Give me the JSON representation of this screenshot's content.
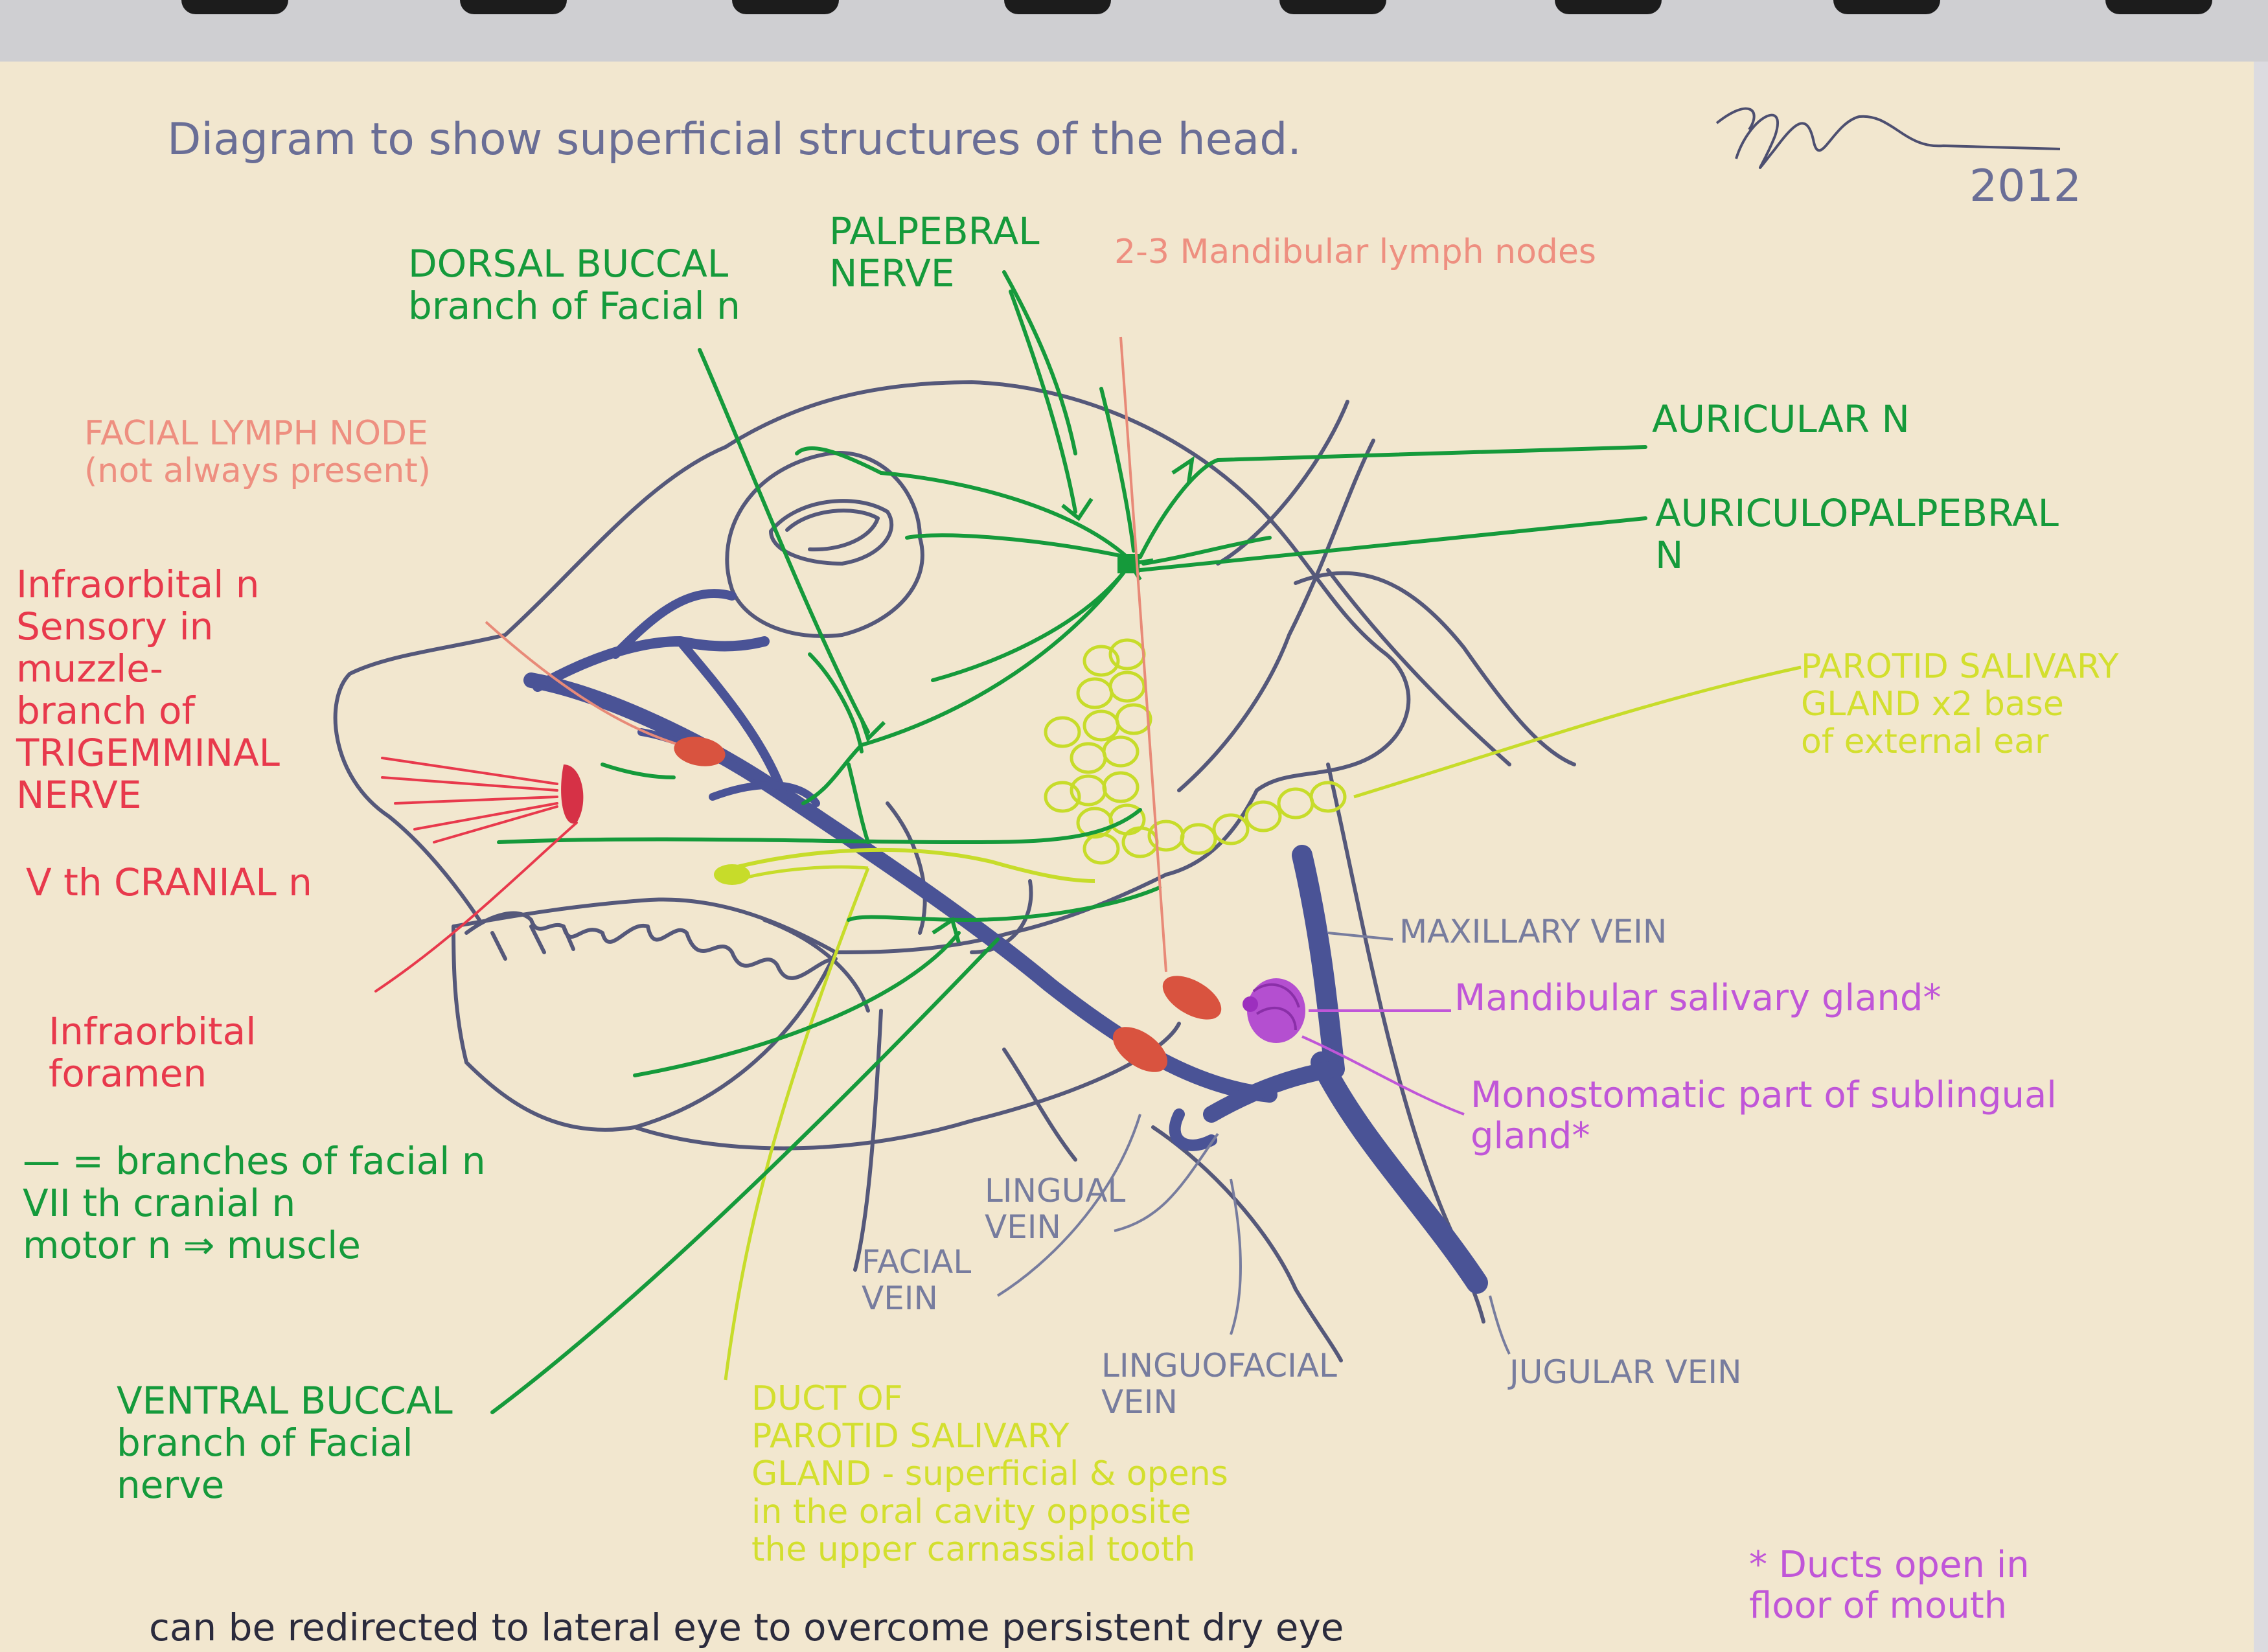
{
  "title": "Diagram to show superficial structures of the head.",
  "year": "2012",
  "labels": {
    "dorsal_buccal": "DORSAL BUCCAL\nbranch of Facial n",
    "palpebral": "PALPEBRAL\nNERVE",
    "mandibular_lymph": "2-3 Mandibular lymph nodes",
    "facial_lymph": "FACIAL LYMPH NODE\n(not always present)",
    "infraorbital_n": "Infraorbital n\nSensory in\nmuzzle-\nbranch of\nTRIGEMMINAL\nNERVE",
    "vth_cranial": "V th CRANIAL n",
    "auricular": "AURICULAR N",
    "auriculopalpebral": "AURICULOPALPEBRAL\nN",
    "parotid": "PAROTID SALIVARY\nGLAND x2 base\nof external ear",
    "maxillary_vein": "MAXILLARY VEIN",
    "mandibular_gland": "Mandibular salivary gland*",
    "monostomatic": "Monostomatic part of sublingual\ngland*",
    "infraorbital_foramen": "Infraorbital\nforamen",
    "legend_facial": "— = branches of facial n\nVII th cranial n\nmotor n ⇒ muscle",
    "lingual_vein": "LINGUAL\nVEIN",
    "facial_vein": "FACIAL\nVEIN",
    "linguofacial": "LINGUOFACIAL\nVEIN",
    "jugular": "JUGULAR VEIN",
    "ventral_buccal": "VENTRAL BUCCAL\nbranch of Facial\nnerve",
    "duct_parotid": "DUCT OF\nPAROTID SALIVARY\nGLAND - superficial & opens\nin the oral cavity opposite\nthe upper carnassial tooth",
    "ducts_note": "* Ducts open in\nfloor of mouth",
    "bottom_note": "can be redirected to lateral eye to overcome persistent dry eye"
  },
  "colors": {
    "nerve": "#159a3b",
    "vein": "#4a5396",
    "outline": "#55587a",
    "lymph": "#d9533f",
    "parotid": "#c7dc2a",
    "mandibular_gland": "#b44fd0"
  }
}
